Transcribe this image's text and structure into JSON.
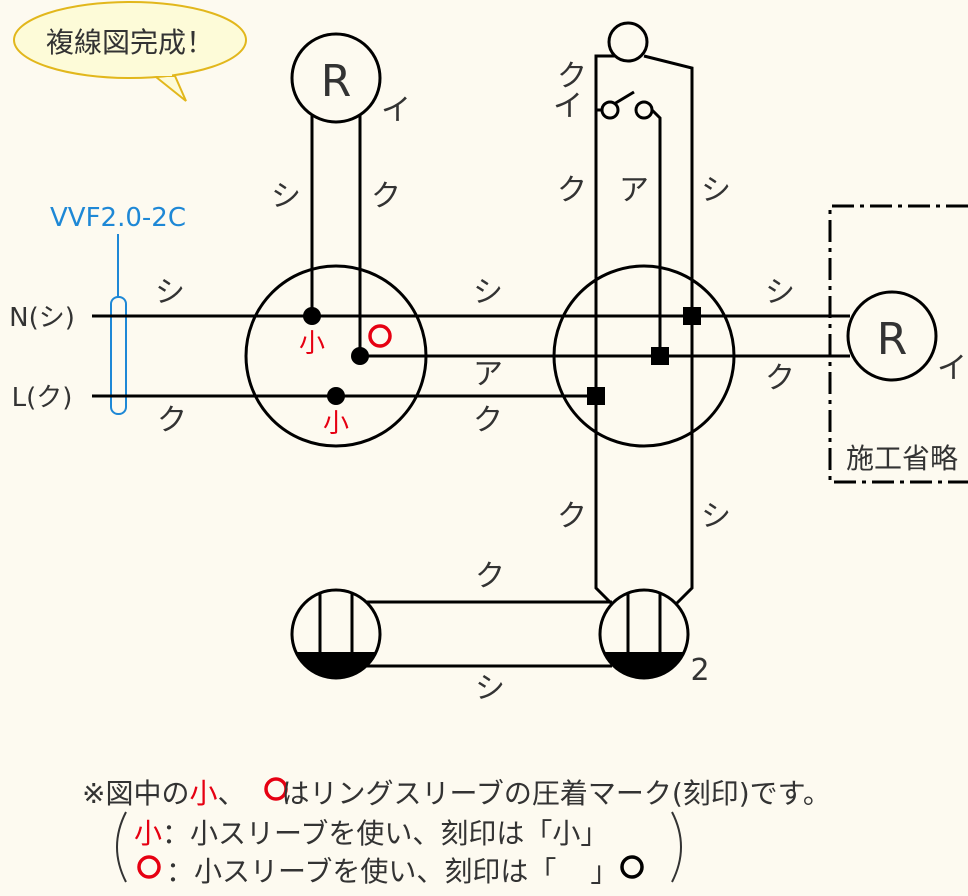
{
  "colors": {
    "background": "#fdfaf0",
    "line": "#000000",
    "text": "#333333",
    "red": "#e60012",
    "blue": "#1e88d6",
    "bubble_fill": "#fdfbd8",
    "bubble_stroke": "#e2b71c"
  },
  "bubble": {
    "text": "複線図完成！"
  },
  "cable": {
    "label": "VVF2.0-2C"
  },
  "power": {
    "n_label": "N(シ)",
    "l_label": "L(ク)"
  },
  "lamps": {
    "symbol": "R",
    "left_mark": "イ",
    "right_mark": "イ"
  },
  "switch_marks": {
    "top": "ク",
    "bottom": "イ"
  },
  "outlet_mark": "2",
  "omitted": {
    "label": "施工省略"
  },
  "wire_colors": {
    "shiro": "シ",
    "kuro": "ク",
    "aka": "ア"
  },
  "sleeve_marks": {
    "sho": "小",
    "maru": "○"
  },
  "notes": {
    "line1_prefix": "※図中の",
    "line1_sep": "、",
    "line1_suffix": "はリングスリーブの圧着マーク(刻印)です。",
    "sho": "小",
    "line2_rest": "：小スリーブを使い、刻印は「小」",
    "line3_rest": "：小スリーブを使い、刻印は「",
    "line3_close": "」"
  }
}
